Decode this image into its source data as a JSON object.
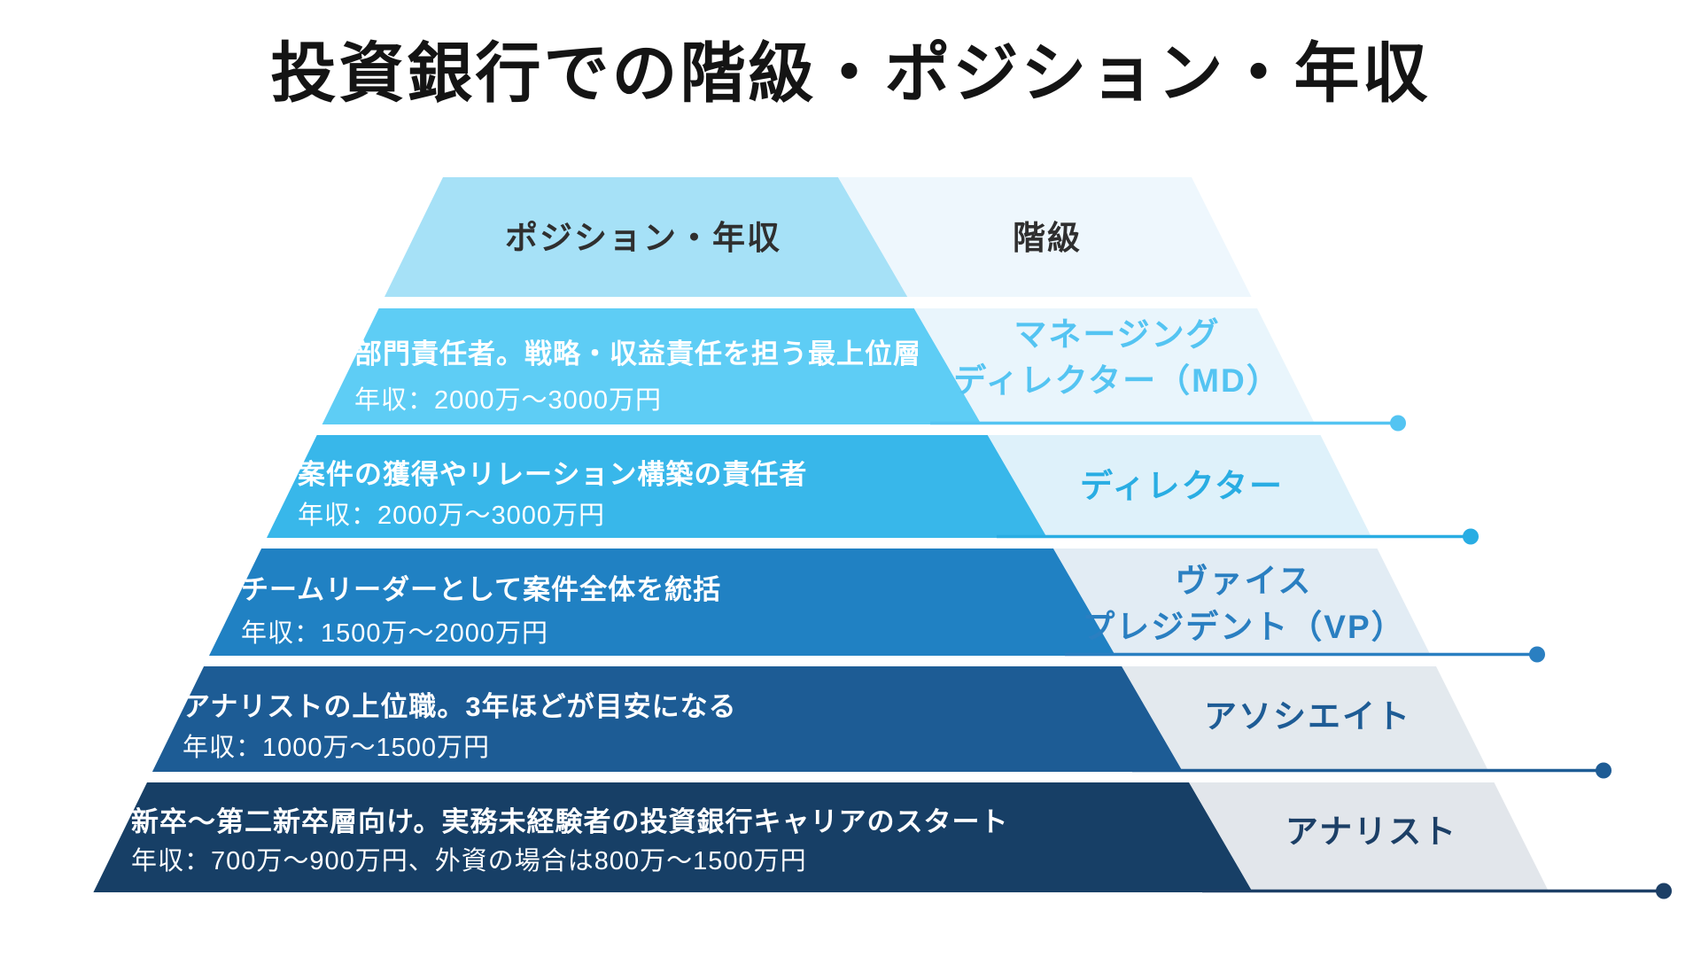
{
  "title": "投資銀行での階級・ポジション・年収",
  "pyramid": {
    "header": {
      "left_label": "ポジション・年収",
      "right_label": "階級",
      "left_bg": "#a6e1f7",
      "right_bg": "#eef7fd",
      "text_color": "#2f2f2f"
    },
    "levels": [
      {
        "id": "managing-director",
        "rank_line1": "マネージング",
        "rank_line2": "ディレクター（MD）",
        "description": "部門責任者。戦略・収益責任を担う最上位層",
        "salary": "年収：2000万〜3000万円",
        "colors": {
          "desc_bg": "#5ecdf5",
          "rank_bg": "#e9f5fc",
          "accent": "#54c4f2"
        }
      },
      {
        "id": "director",
        "rank_line1": "ディレクター",
        "rank_line2": "",
        "description": "案件の獲得やリレーション構築の責任者",
        "salary": "年収：2000万〜3000万円",
        "colors": {
          "desc_bg": "#38b7ea",
          "rank_bg": "#def1fa",
          "accent": "#29ade3"
        }
      },
      {
        "id": "vice-president",
        "rank_line1": "ヴァイス",
        "rank_line2": "プレジデント（VP）",
        "description": "チームリーダーとして案件全体を統括",
        "salary": "年収：1500万〜2000万円",
        "colors": {
          "desc_bg": "#2081c3",
          "rank_bg": "#e2ecf4",
          "accent": "#2a7fc1"
        }
      },
      {
        "id": "associate",
        "rank_line1": "アソシエイト",
        "rank_line2": "",
        "description": "アナリストの上位職。3年ほどが目安になる",
        "salary": "年収：1000万〜1500万円",
        "colors": {
          "desc_bg": "#1d5c95",
          "rank_bg": "#e3e9ee",
          "accent": "#1e5c95"
        }
      },
      {
        "id": "analyst",
        "rank_line1": "アナリスト",
        "rank_line2": "",
        "description": "新卒〜第二新卒層向け。実務未経験者の投資銀行キャリアのスタート",
        "salary": "年収：700万〜900万円、外資の場合は800万〜1500万円",
        "colors": {
          "desc_bg": "#173f66",
          "rank_bg": "#e2e6eb",
          "accent": "#1c3f66"
        }
      }
    ]
  }
}
